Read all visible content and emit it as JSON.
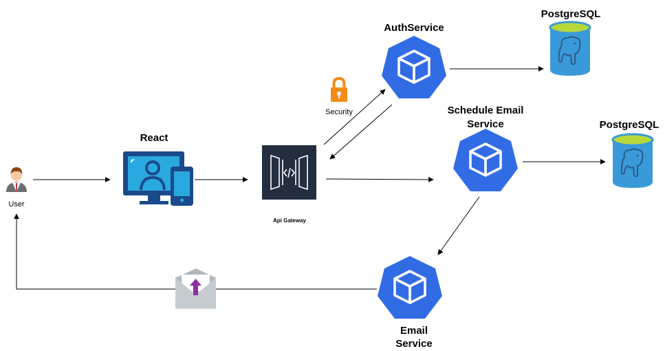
{
  "nodes": {
    "user": {
      "label": "User"
    },
    "react": {
      "label": "React"
    },
    "gateway": {
      "label": "Api Gateway"
    },
    "security": {
      "label": "Security"
    },
    "auth": {
      "label": "AuthService"
    },
    "schedule": {
      "label_line1": "Schedule Email",
      "label_line2": "Service"
    },
    "email": {
      "label_line1": "Email",
      "label_line2": "Service"
    },
    "postgres_auth": {
      "label": "PostgreSQL"
    },
    "postgres_schedule": {
      "label": "PostgreSQL"
    }
  },
  "colors": {
    "kube_blue": "#326ce5",
    "monitor_blue": "#1a4a8a",
    "monitor_screen": "#2aa8e0",
    "gateway_bg": "#232f3e",
    "lock_orange": "#f28c18",
    "db_blue": "#3a9ad9",
    "db_top": "#b8d83a",
    "envelope_grey": "#b0b7bd",
    "envelope_arrow": "#8e2fa0"
  },
  "icons": [
    "user-icon",
    "react-monitor-icon",
    "api-gateway-icon",
    "lock-icon",
    "kubernetes-pod-icon",
    "postgresql-icon",
    "email-envelope-icon"
  ]
}
